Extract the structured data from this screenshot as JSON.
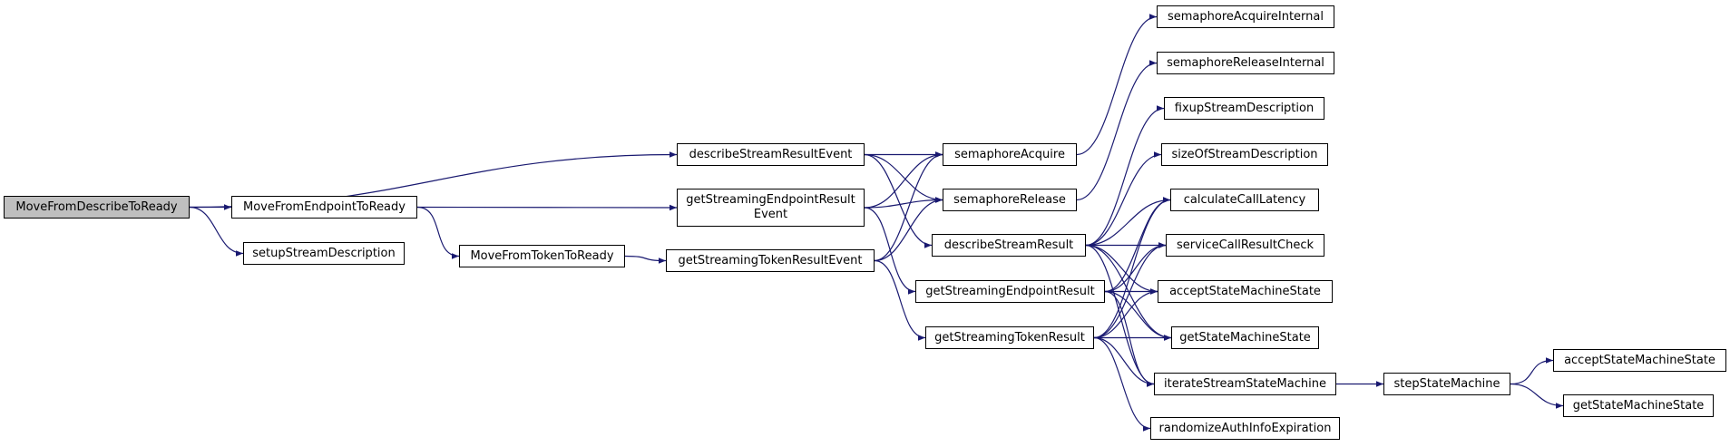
{
  "diagram": {
    "edge_color": "#191970",
    "nodes": {
      "root": "MoveFromDescribeToReady",
      "moveFromEndpointToReady": "MoveFromEndpointToReady",
      "setupStreamDescription": "setupStreamDescription",
      "moveFromTokenToReady": "MoveFromTokenToReady",
      "describeStreamResultEvent": "describeStreamResultEvent",
      "getStreamingEndpointResultEvent_1": "getStreamingEndpointResult",
      "getStreamingEndpointResultEvent_2": "Event",
      "getStreamingTokenResultEvent": "getStreamingTokenResultEvent",
      "semaphoreAcquire": "semaphoreAcquire",
      "semaphoreRelease": "semaphoreRelease",
      "describeStreamResult": "describeStreamResult",
      "getStreamingEndpointResult": "getStreamingEndpointResult",
      "getStreamingTokenResult": "getStreamingTokenResult",
      "semaphoreAcquireInternal": "semaphoreAcquireInternal",
      "semaphoreReleaseInternal": "semaphoreReleaseInternal",
      "fixupStreamDescription": "fixupStreamDescription",
      "sizeOfStreamDescription": "sizeOfStreamDescription",
      "calculateCallLatency": "calculateCallLatency",
      "serviceCallResultCheck": "serviceCallResultCheck",
      "acceptStateMachineState": "acceptStateMachineState",
      "getStateMachineState": "getStateMachineState",
      "iterateStreamStateMachine": "iterateStreamStateMachine",
      "randomizeAuthInfoExpiration": "randomizeAuthInfoExpiration",
      "stepStateMachine": "stepStateMachine",
      "acceptStateMachineState2": "acceptStateMachineState",
      "getStateMachineState2": "getStateMachineState"
    },
    "edges": [
      [
        "root",
        "describeStreamResultEvent"
      ],
      [
        "root",
        "moveFromEndpointToReady"
      ],
      [
        "root",
        "setupStreamDescription"
      ],
      [
        "moveFromEndpointToReady",
        "getStreamingEndpointResultEvent"
      ],
      [
        "moveFromEndpointToReady",
        "moveFromTokenToReady"
      ],
      [
        "moveFromTokenToReady",
        "getStreamingTokenResultEvent"
      ],
      [
        "describeStreamResultEvent",
        "semaphoreAcquire"
      ],
      [
        "describeStreamResultEvent",
        "semaphoreRelease"
      ],
      [
        "describeStreamResultEvent",
        "describeStreamResult"
      ],
      [
        "getStreamingEndpointResultEvent",
        "semaphoreAcquire"
      ],
      [
        "getStreamingEndpointResultEvent",
        "semaphoreRelease"
      ],
      [
        "getStreamingEndpointResultEvent",
        "getStreamingEndpointResult"
      ],
      [
        "getStreamingTokenResultEvent",
        "semaphoreAcquire"
      ],
      [
        "getStreamingTokenResultEvent",
        "semaphoreRelease"
      ],
      [
        "getStreamingTokenResultEvent",
        "getStreamingTokenResult"
      ],
      [
        "semaphoreAcquire",
        "semaphoreAcquireInternal"
      ],
      [
        "semaphoreRelease",
        "semaphoreReleaseInternal"
      ],
      [
        "describeStreamResult",
        "fixupStreamDescription"
      ],
      [
        "describeStreamResult",
        "sizeOfStreamDescription"
      ],
      [
        "describeStreamResult",
        "calculateCallLatency"
      ],
      [
        "describeStreamResult",
        "serviceCallResultCheck"
      ],
      [
        "describeStreamResult",
        "acceptStateMachineState"
      ],
      [
        "describeStreamResult",
        "getStateMachineState"
      ],
      [
        "describeStreamResult",
        "iterateStreamStateMachine"
      ],
      [
        "getStreamingEndpointResult",
        "calculateCallLatency"
      ],
      [
        "getStreamingEndpointResult",
        "serviceCallResultCheck"
      ],
      [
        "getStreamingEndpointResult",
        "acceptStateMachineState"
      ],
      [
        "getStreamingEndpointResult",
        "getStateMachineState"
      ],
      [
        "getStreamingEndpointResult",
        "iterateStreamStateMachine"
      ],
      [
        "getStreamingTokenResult",
        "calculateCallLatency"
      ],
      [
        "getStreamingTokenResult",
        "serviceCallResultCheck"
      ],
      [
        "getStreamingTokenResult",
        "acceptStateMachineState"
      ],
      [
        "getStreamingTokenResult",
        "getStateMachineState"
      ],
      [
        "getStreamingTokenResult",
        "iterateStreamStateMachine"
      ],
      [
        "getStreamingTokenResult",
        "randomizeAuthInfoExpiration"
      ],
      [
        "iterateStreamStateMachine",
        "stepStateMachine"
      ],
      [
        "stepStateMachine",
        "acceptStateMachineState2"
      ],
      [
        "stepStateMachine",
        "getStateMachineState2"
      ]
    ]
  }
}
